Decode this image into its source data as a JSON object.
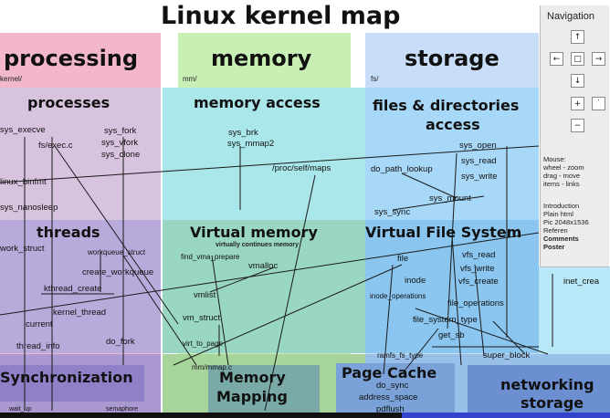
{
  "title": "Linux kernel map",
  "columns": {
    "processing": {
      "label": "processing",
      "path": "kernel/"
    },
    "memory": {
      "label": "memory",
      "path": "mm/"
    },
    "storage": {
      "label": "storage",
      "path": "fs/"
    }
  },
  "rows": {
    "processes": "processes",
    "memory_access": "memory access",
    "files_directories_line1": "files & directories",
    "files_directories_line2": "access",
    "threads": "threads",
    "virtual_memory": "Virtual memory",
    "virtual_memory_sub": "virtually continues memory",
    "virtual_file_system": "Virtual File System",
    "synchronization": "Synchronization",
    "memory_mapping_line1": "Memory",
    "memory_mapping_line2": "Mapping",
    "page_cache": "Page Cache",
    "networking_storage_line1": "networking",
    "networking_storage_line2": "storage"
  },
  "labels": {
    "sys_execve": "sys_execve",
    "fs_exec_c": "fs/exec.c",
    "sys_fork": "sys_fork",
    "sys_vfork": "sys_vfork",
    "sys_clone": "sys_clone",
    "linux_binfmt": "linux_binfmt",
    "sys_nanosleep": "sys_nanosleep",
    "sys_brk": "sys_brk",
    "sys_mmap2": "sys_mmap2",
    "proc_self_maps": "/proc/self/maps",
    "sys_open": "sys_open",
    "sys_read": "sys_read",
    "sys_write": "sys_write",
    "do_path_lookup": "do_path_lookup",
    "sys_mount": "sys_mount",
    "sys_sync": "sys_sync",
    "work_struct": "work_struct",
    "workqueue_struct": "workqueue_struct",
    "create_workqueue": "create_workqueue",
    "kthread_create": "kthread_create",
    "kernel_thread": "kernel_thread",
    "current": "current",
    "do_fork": "do_fork",
    "thread_info": "thread_info",
    "find_vma_prepare": "find_vma_prepare",
    "vmalloc": "vmalloc",
    "vmlist": "vmlist",
    "vm_struct": "vm_struct",
    "virt_to_page": "virt_to_page",
    "mm_mmap_c": "mm/mmap.c",
    "file": "file",
    "vfs_read": "vfs_read",
    "vfs_write": "vfs_write",
    "vfs_create": "vfs_create",
    "inode": "inode",
    "inode_operations": "inode_operations",
    "file_operations": "file_operations",
    "file_system_type": "file_system_type",
    "get_sb": "get_sb",
    "super_block": "super_block",
    "ramfs_fs_type": "ramfs_fs_type",
    "do_sync": "do_sync",
    "address_space": "address_space",
    "pdflush": "pdflush",
    "inet_create": "inet_crea",
    "wait_up": "wait_up",
    "semaphore": "semaphore"
  },
  "navigation": {
    "title": "Navigation",
    "up_symbol": "↑",
    "down_symbol": "↓",
    "left_symbol": "←",
    "center_symbol": "□",
    "right_symbol": "→",
    "zoom_in_symbol": "+",
    "zoom_out_symbol": "−",
    "dot_symbol": "˙",
    "mouse_heading": "Mouse:",
    "mouse_wheel": "wheel - zoom",
    "mouse_drag": "drag - move",
    "mouse_items": "items - links",
    "link_introduction": "Introduction",
    "link_plain_html": "Plain html",
    "link_pic": "Pic 2048x1536",
    "link_referen": "Referen",
    "link_comments": "Comments",
    "link_poster": "Poster"
  },
  "colors": {
    "processing": "#f2b7c8",
    "processing_process": "#d8c3df",
    "processing_thread": "#b9aadc",
    "processing_sync": "#9988cc",
    "memory": "#c9f0b4",
    "memory_access": "#a9e7ea",
    "memory_virtual": "#9ad6c4",
    "memory_mapping": "#7aaaa8",
    "storage": "#c8ddf8",
    "storage_files": "#a8d8f8",
    "storage_vfs": "#8ac6f0",
    "storage_cache": "#7aa2d8",
    "networking": "#b8e8f8"
  }
}
